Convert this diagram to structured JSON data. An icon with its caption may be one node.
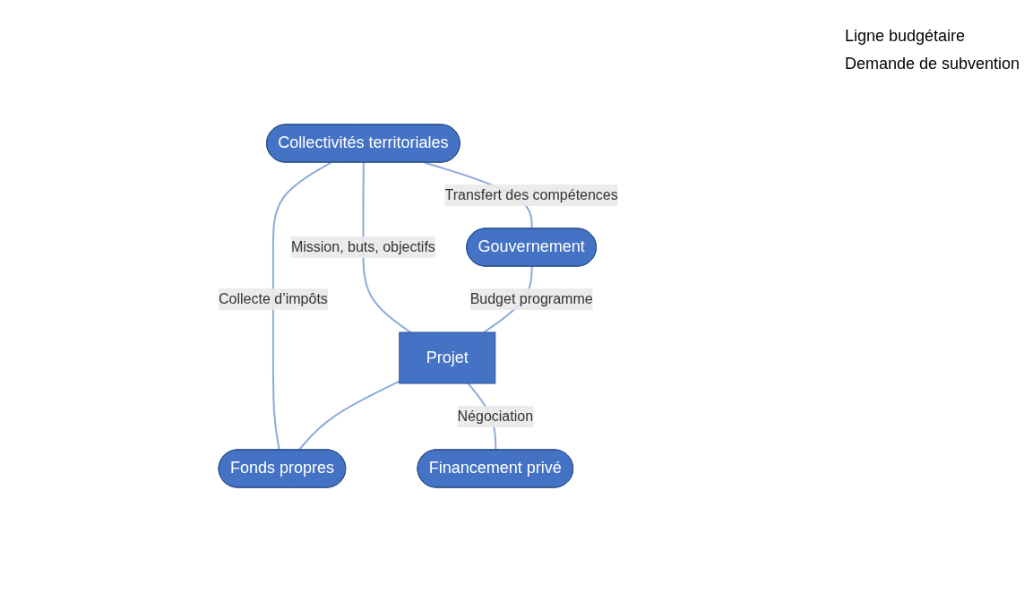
{
  "diagram": {
    "nodes": [
      {
        "text": [
          "Collectivités territoriales"
        ]
      },
      {
        "text": [
          "Gouvernement"
        ]
      },
      {
        "text": [
          "Projet"
        ]
      },
      {
        "text": [
          "Fonds propres"
        ]
      },
      {
        "text": [
          "Financement privé"
        ]
      }
    ],
    "edges": [
      {
        "from": 0,
        "to": 1,
        "arrow": "none",
        "label": "Transfert des compétences"
      },
      {
        "from": 0,
        "to": 2,
        "arrow": "none",
        "label": "Mission, buts, objectifs"
      },
      {
        "from": 0,
        "to": 3,
        "arrow": "none",
        "label": "Collecte d’impôts"
      },
      {
        "from": 1,
        "to": 2,
        "arrow": "none",
        "label": "Budget programme"
      },
      {
        "from": 2,
        "to": 3,
        "arrow": "none"
      },
      {
        "from": 2,
        "to": 4,
        "arrow": "none",
        "label": "Négociation"
      }
    ],
    "labels": [
      "Ligne budgétaire",
      "Demande de subvention"
    ]
  }
}
